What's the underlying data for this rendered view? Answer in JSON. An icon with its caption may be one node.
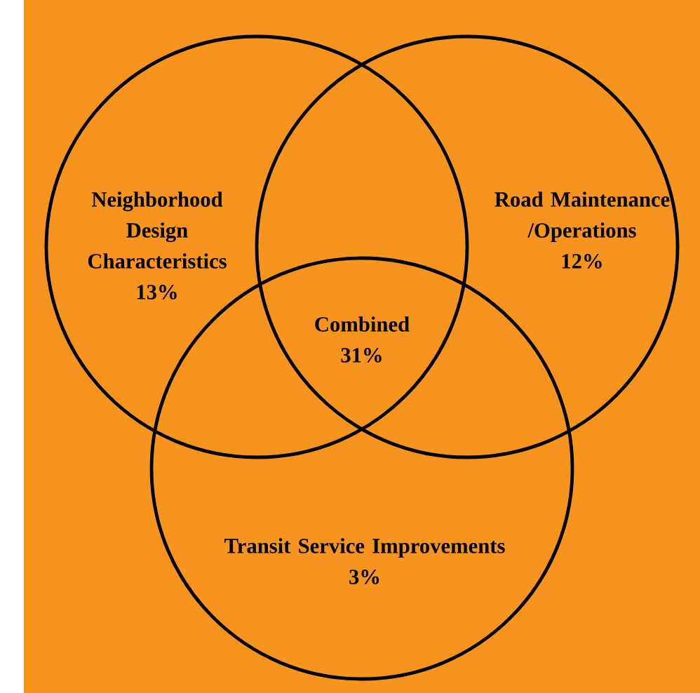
{
  "diagram": {
    "nodes": [
      {
        "text": [
          "Neighborhood Design Characteristics",
          "13%"
        ]
      },
      {
        "text": [
          "Road Maintenance /Operations",
          "12%"
        ]
      },
      {
        "text": [
          "Transit Service Improvements",
          "3%"
        ]
      }
    ],
    "labels": [
      "Combined",
      "31%"
    ]
  }
}
